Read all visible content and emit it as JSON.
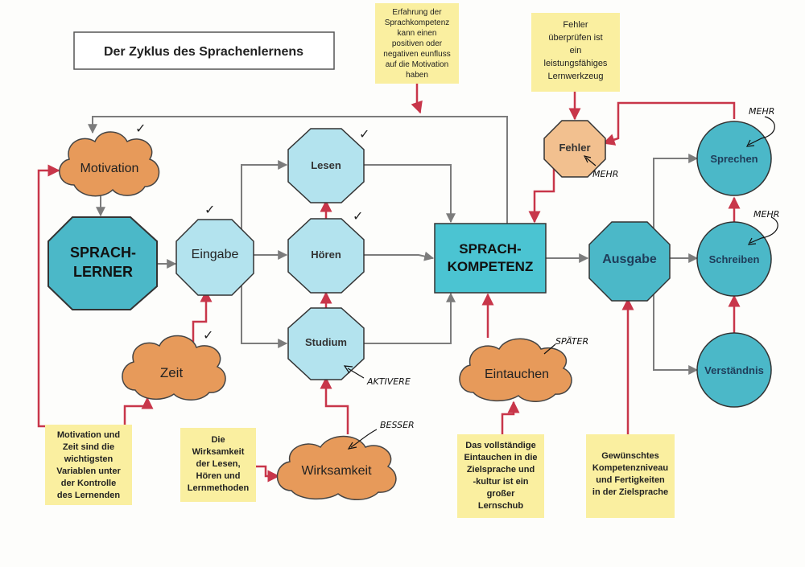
{
  "title": "Der Zyklus des Sprachenlernens",
  "nodes": {
    "motivation": "Motivation",
    "sprachlerner_1": "SPRACH-",
    "sprachlerner_2": "LERNER",
    "eingabe": "Eingabe",
    "zeit": "Zeit",
    "lesen": "Lesen",
    "hoeren": "Hören",
    "studium": "Studium",
    "wirksamkeit": "Wirksamkeit",
    "kompetenz_1": "SPRACH-",
    "kompetenz_2": "KOMPETENZ",
    "eintauchen": "Eintauchen",
    "fehler": "Fehler",
    "ausgabe": "Ausgabe",
    "sprechen": "Sprechen",
    "schreiben": "Schreiben",
    "verstaendnis": "Verständnis"
  },
  "notes": {
    "erfahrung": [
      "Erfahrung der",
      "Sprachkompetenz",
      "kann einen",
      "positiven oder",
      "negativen eunfluss",
      "auf die  Motivation",
      "haben"
    ],
    "fehler": [
      "Fehler",
      "überprüfen ist",
      "ein",
      "leistungsfähiges",
      "Lernwerkzeug"
    ],
    "motivation_zeit": [
      "Motivation und",
      "Zeit sind die",
      "wichtigsten",
      "Variablen unter",
      "der Kontrolle",
      "des Lernenden"
    ],
    "wirksamkeit": [
      "Die",
      "Wirksamkeit",
      "der Lesen,",
      "Hören und",
      "Lernmethoden"
    ],
    "eintauchen": [
      "Das vollständige",
      "Eintauchen in die",
      "Zielsprache und",
      "-kultur ist ein",
      "großer",
      "Lernschub"
    ],
    "kompetenzniveau": [
      "Gewünschtes",
      "Kompetenzniveau",
      "und Fertigkeiten",
      "in der Zielsprache"
    ]
  },
  "annotations": {
    "mehr_sprechen": "MEHR",
    "mehr_schreiben": "MEHR",
    "mehr_fehler": "MEHR",
    "aktivere": "AKTIVERE",
    "besser": "BESSER",
    "spaeter": "SPÄTER",
    "check": "✓"
  },
  "colors": {
    "teal": "#5ec8d8",
    "teal_dark": "#4bb8c8",
    "light_blue": "#b3e3ee",
    "orange": "#e79a5a",
    "fehler_orange": "#f2c08f",
    "note_yellow": "#faefa0",
    "arrow_grey": "#7c7c7c",
    "arrow_red": "#c8364a"
  }
}
